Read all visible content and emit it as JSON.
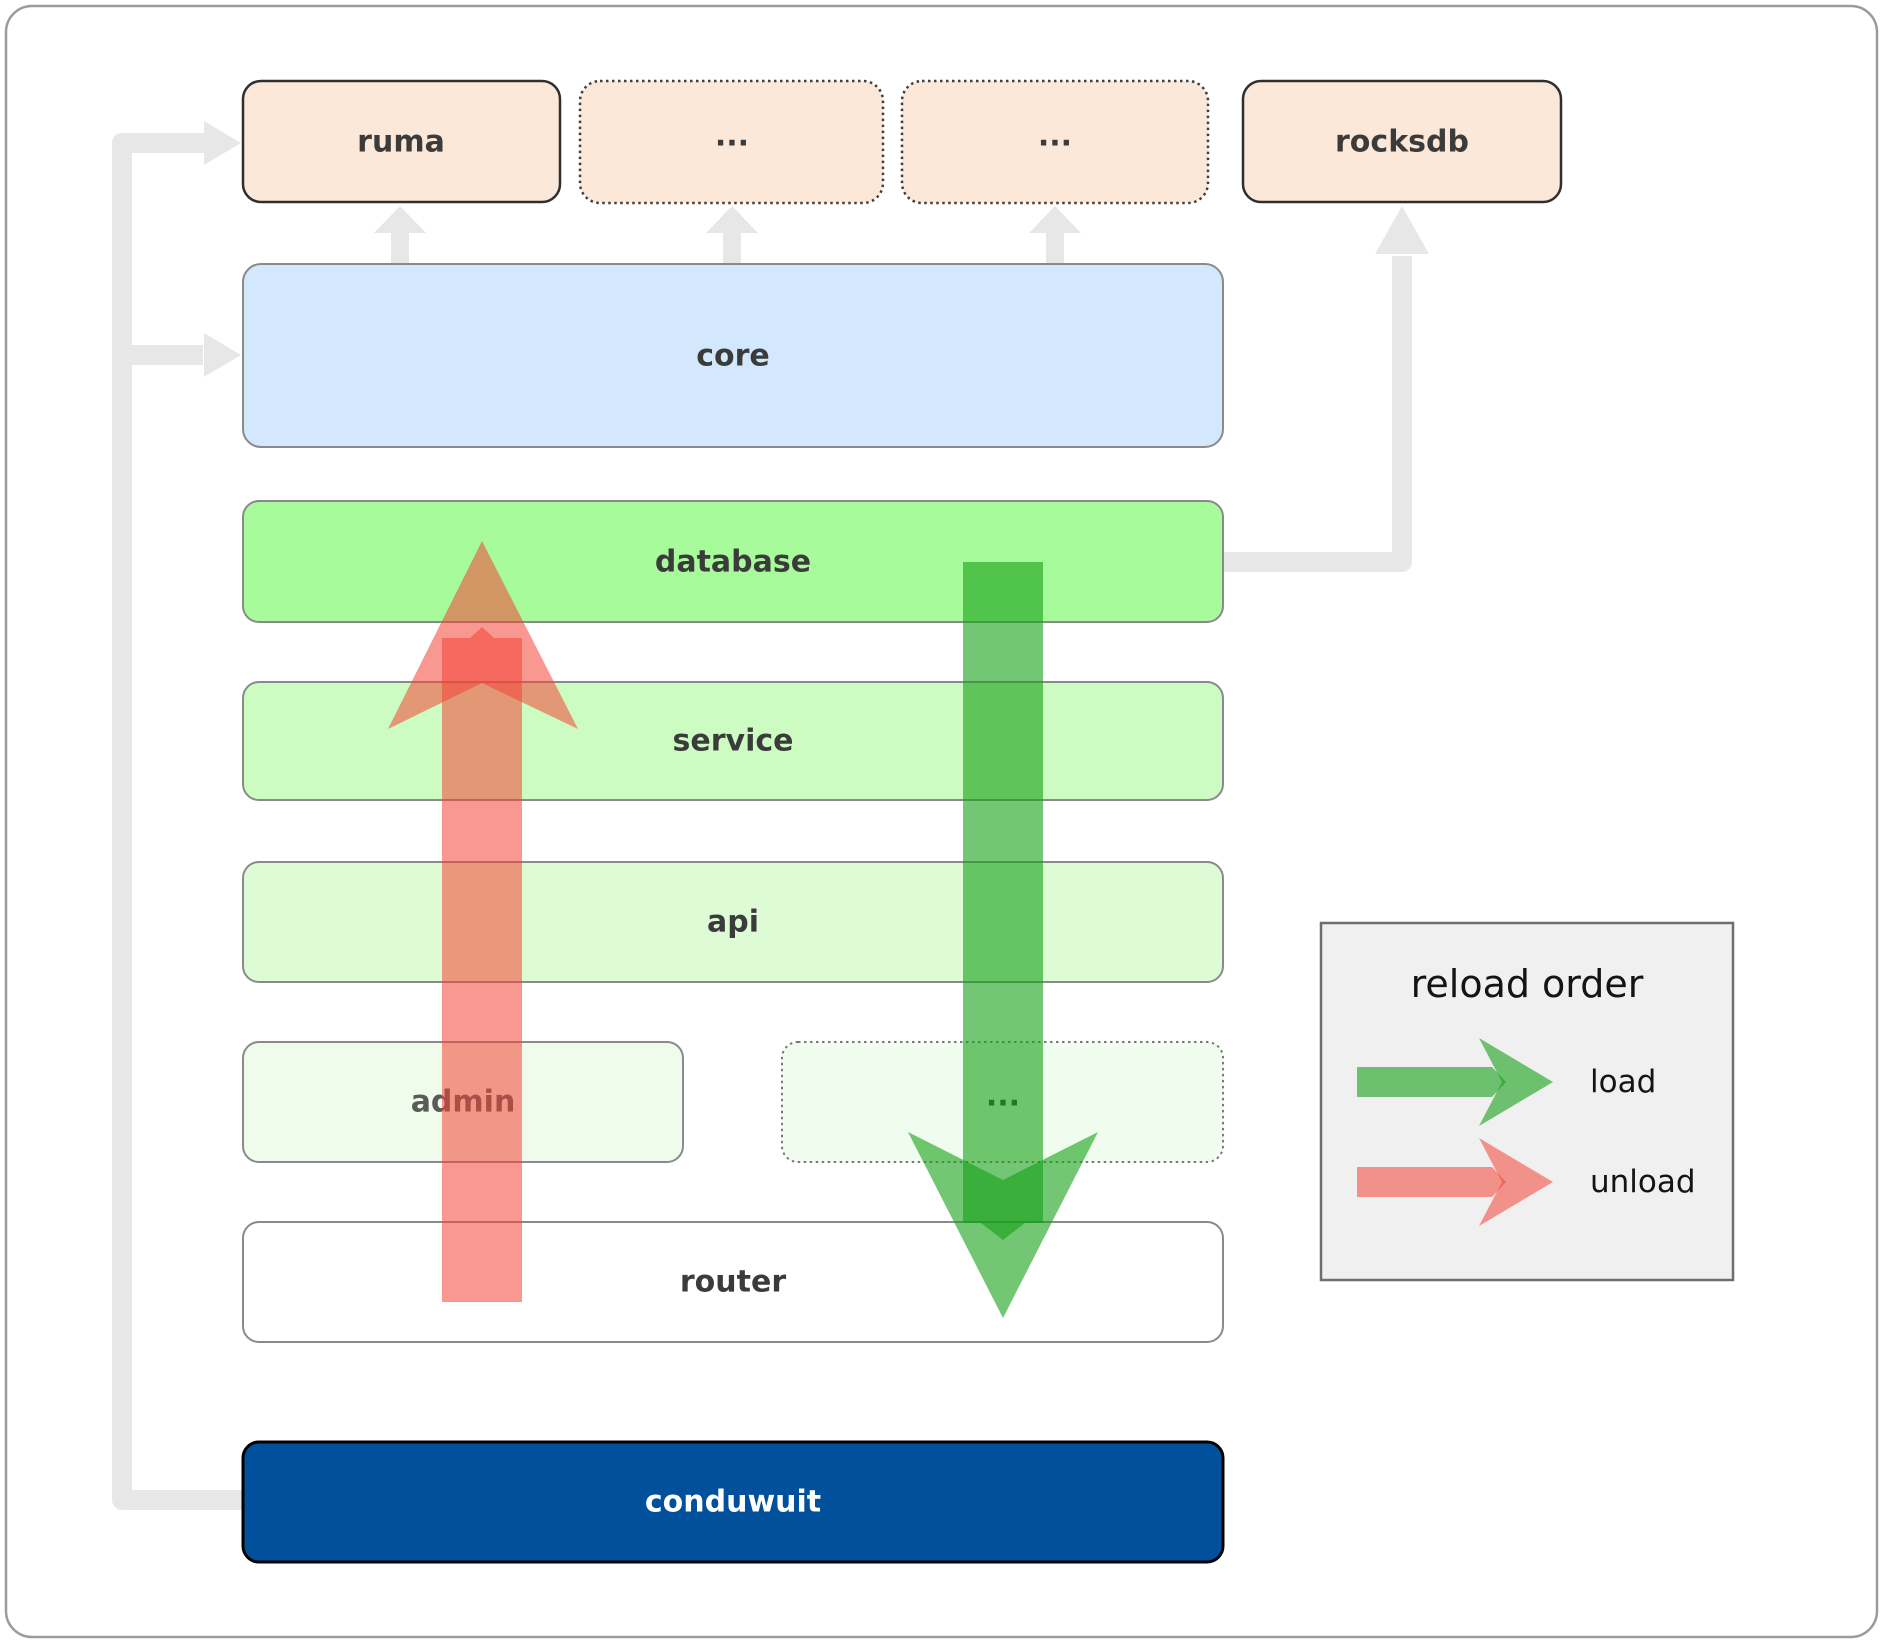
{
  "diagram": {
    "top_row": [
      {
        "label": "ruma"
      },
      {
        "label": "..."
      },
      {
        "label": "..."
      },
      {
        "label": "rocksdb"
      }
    ],
    "rows": {
      "core": {
        "label": "core",
        "fill": "#d4e8fd"
      },
      "database": {
        "label": "database",
        "fill": "#a7fb9b"
      },
      "service": {
        "label": "service",
        "fill": "#ccfcc2"
      },
      "api": {
        "label": "api",
        "fill": "#ddfcd6"
      },
      "admin": {
        "label": "admin",
        "fill": "#effcec"
      },
      "admin_more": {
        "label": "...",
        "fill": "#f0fcee"
      },
      "router": {
        "label": "router",
        "fill": "#ffffff"
      },
      "conduwuit": {
        "label": "conduwuit",
        "fill": "#01509c"
      }
    },
    "box_fill_peach": "#fce8d9",
    "connector_color": "#e7e7e7"
  },
  "legend": {
    "title": "reload order",
    "items": [
      {
        "label": "load",
        "color": "#15a015"
      },
      {
        "label": "unload",
        "color": "#f44336"
      }
    ]
  }
}
